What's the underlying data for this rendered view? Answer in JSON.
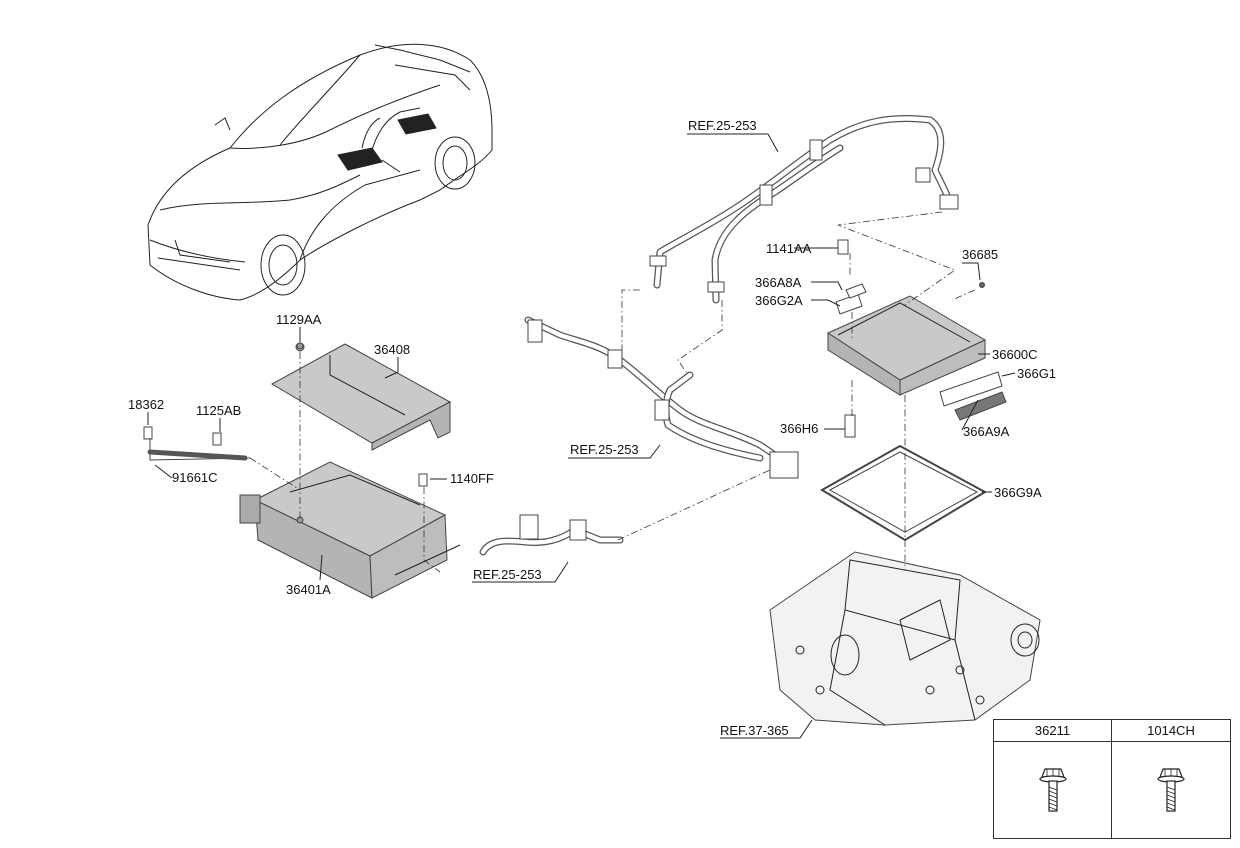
{
  "labels": {
    "ref_25_253_top": "REF.25-253",
    "ref_25_253_mid": "REF.25-253",
    "ref_25_253_low": "REF.25-253",
    "ref_37_365": "REF.37-365",
    "p1141AA": "1141AA",
    "p36685": "36685",
    "p366A8A": "366A8A",
    "p366G2A": "366G2A",
    "p36600C": "36600C",
    "p366G1": "366G1",
    "p366A9A": "366A9A",
    "p366H6": "366H6",
    "p366G9A": "366G9A",
    "p1129AA": "1129AA",
    "p36408": "36408",
    "p18362": "18362",
    "p1125AB": "1125AB",
    "p91661C": "91661C",
    "p1140FF": "1140FF",
    "p36401A": "36401A"
  },
  "legend": {
    "col1": "36211",
    "col2": "1014CH",
    "icon1": "flange-bolt-icon",
    "icon2": "flange-bolt-icon"
  }
}
